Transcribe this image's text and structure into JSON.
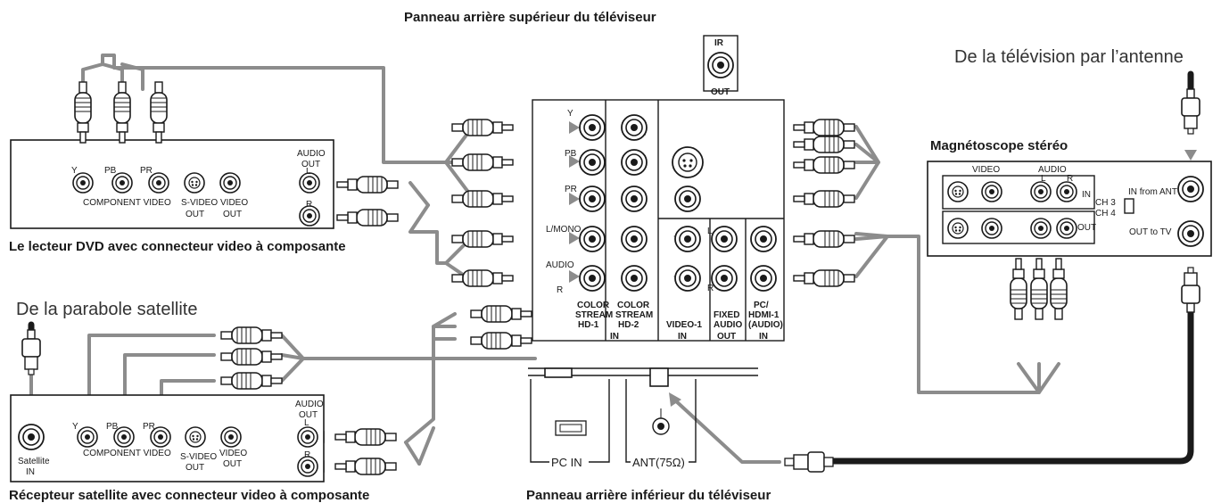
{
  "captions": {
    "tv_upper_panel": "Panneau arrière supérieur du téléviseur",
    "tv_lower_panel": "Panneau arrière inférieur du téléviseur",
    "dvd_player": "Le lecteur DVD avec connecteur video à composante",
    "satellite_receiver": "Récepteur satellite avec connecteur video à composante",
    "vcr": "Magnétoscope stéréo",
    "from_antenna": "De la télévision par l’antenne",
    "from_dish": "De la parabole satellite"
  },
  "ir": {
    "top": "IR",
    "bottom": "OUT"
  },
  "tv_panel": {
    "y": "Y",
    "pb": "PB",
    "pr": "PR",
    "l_mono": "L/MONO",
    "audio": "AUDIO",
    "r": "R",
    "l": "L",
    "cs1": [
      "COLOR",
      "STREAM",
      "HD-1"
    ],
    "cs2": [
      "COLOR",
      "STREAM",
      "HD-2"
    ],
    "video1": "VIDEO-1",
    "fixed": [
      "FIXED",
      "AUDIO"
    ],
    "pc_hdmi": [
      "PC/",
      "HDMI-1",
      "(AUDIO)"
    ],
    "in": "IN",
    "out": "OUT"
  },
  "dvd": {
    "y": "Y",
    "pb": "PB",
    "pr": "PR",
    "component": "COMPONENT VIDEO",
    "svideo": [
      "S-VIDEO",
      "OUT"
    ],
    "video": [
      "VIDEO",
      "OUT"
    ],
    "audio": [
      "AUDIO",
      "OUT"
    ],
    "l": "L",
    "r": "R"
  },
  "sat": {
    "satellite": [
      "Satellite",
      "IN"
    ],
    "y": "Y",
    "pb": "PB",
    "pr": "PR",
    "component": "COMPONENT VIDEO",
    "svideo": [
      "S-VIDEO",
      "OUT"
    ],
    "video": [
      "VIDEO",
      "OUT"
    ],
    "audio": [
      "AUDIO",
      "OUT"
    ],
    "l": "L",
    "r": "R"
  },
  "vcr_panel": {
    "video": "VIDEO",
    "audio": "AUDIO",
    "l": "L",
    "r": "R",
    "in": "IN",
    "out": "OUT",
    "ch3": "CH 3",
    "ch4": "CH 4",
    "in_from_ant": "IN from ANT",
    "out_to_tv": "OUT to TV"
  },
  "lower_panel": {
    "pc_in": "PC IN",
    "ant": "ANT(75Ω)"
  }
}
